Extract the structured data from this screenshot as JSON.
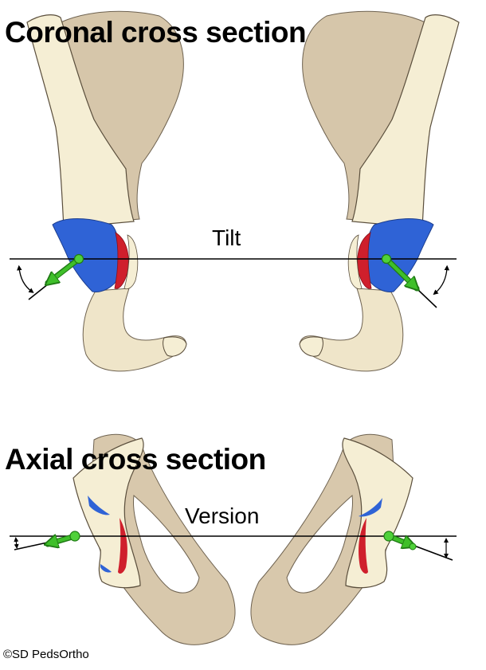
{
  "headings": {
    "coronal": "Coronal cross section",
    "axial": "Axial cross section"
  },
  "labels": {
    "tilt": "Tilt",
    "version": "Version"
  },
  "credit": "©SD PedsOrtho",
  "colors": {
    "bone": "#f5eed4",
    "bone_outer": "#d2c2a6",
    "bone_shadow": "#9e8c72",
    "acetabulum_blue": "#2f63d6",
    "acetabulum_red": "#cf1f2c",
    "arrow_green": "#3fbf2a",
    "line": "#000000"
  }
}
